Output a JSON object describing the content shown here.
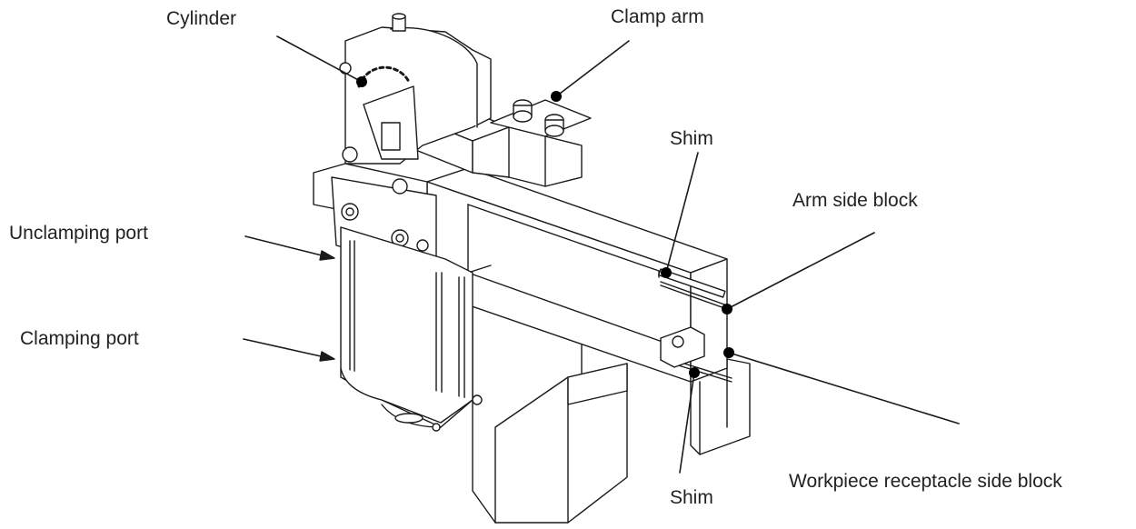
{
  "labels": {
    "cylinder": "Cylinder",
    "clamp_arm": "Clamp arm",
    "shim_top": "Shim",
    "arm_side_block": "Arm side block",
    "unclamping_port": "Unclamping port",
    "clamping_port": "Clamping port",
    "workpiece_receptacle_side_block": "Workpiece receptacle side block",
    "shim_bottom": "Shim"
  },
  "colors": {
    "line": "#1a1a1a",
    "text": "#222222",
    "background": "#ffffff"
  }
}
